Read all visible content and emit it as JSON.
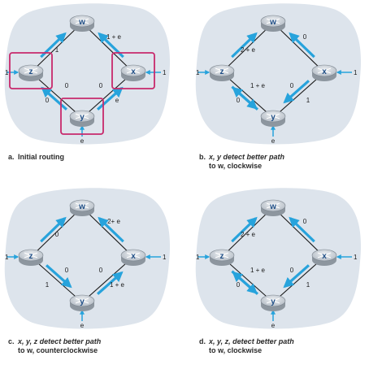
{
  "colors": {
    "cloud": "#dde4ec",
    "arrow": "#27a3dc",
    "highlight": "#c8296c",
    "router_body": "#8d969f",
    "router_top": "#d6dbe0",
    "node_label": "#1f4e86",
    "link": "#1a1a1a"
  },
  "nodes": {
    "w": "w",
    "x": "x",
    "y": "y",
    "z": "z"
  },
  "panels": [
    {
      "caption_letter": "a.",
      "caption_line1": "Initial routing",
      "caption_line2": "",
      "highlighted": true,
      "labels": {
        "zw": "1",
        "wx": "1 + e",
        "zy": "0",
        "yx": "e",
        "inZ": "1",
        "inX": "1",
        "inY": "e",
        "zy_in": "0",
        "xy_in": "0"
      }
    },
    {
      "caption_letter": "b.",
      "caption_line1": "x, y detect better path",
      "caption_line2": "to w, clockwise",
      "highlighted": false,
      "labels": {
        "zw": "2 + e",
        "wx": "0",
        "zy": "0",
        "yx": "1",
        "inZ": "1",
        "inX": "1",
        "inY": "e",
        "zy_in": "1 + e",
        "xy_in": "0"
      }
    },
    {
      "caption_letter": "c.",
      "caption_line1": "x, y, z detect better path",
      "caption_line2": "to w, counterclockwise",
      "highlighted": false,
      "labels": {
        "zw": "0",
        "wx": "2+ e",
        "zy": "1",
        "yx": "1 + e",
        "inZ": "1",
        "inX": "1",
        "inY": "e",
        "zy_in": "0",
        "xy_in": "0"
      }
    },
    {
      "caption_letter": "d.",
      "caption_line1": "x, y, z, detect better path",
      "caption_line2": "to w, clockwise",
      "highlighted": false,
      "labels": {
        "zw": "2 + e",
        "wx": "0",
        "zy": "0",
        "yx": "1",
        "inZ": "1",
        "inX": "1",
        "inY": "e",
        "zy_in": "1 + e",
        "xy_in": "0"
      }
    }
  ]
}
